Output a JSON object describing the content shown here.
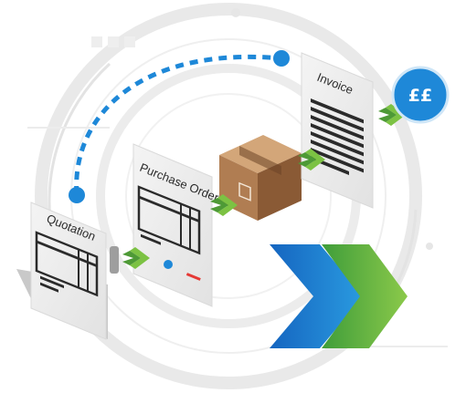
{
  "documents": {
    "quotation": {
      "label": "Quotation"
    },
    "purchase_order": {
      "label": "Purchase Order"
    },
    "invoice": {
      "label": "Invoice"
    }
  },
  "badge": {
    "label": "££",
    "color": "#1e88d8"
  },
  "colors": {
    "blue_accent": "#1e88d8",
    "green_accent": "#7cc243",
    "box_brown": "#b5835a",
    "document_ink": "#2b2b2b"
  }
}
